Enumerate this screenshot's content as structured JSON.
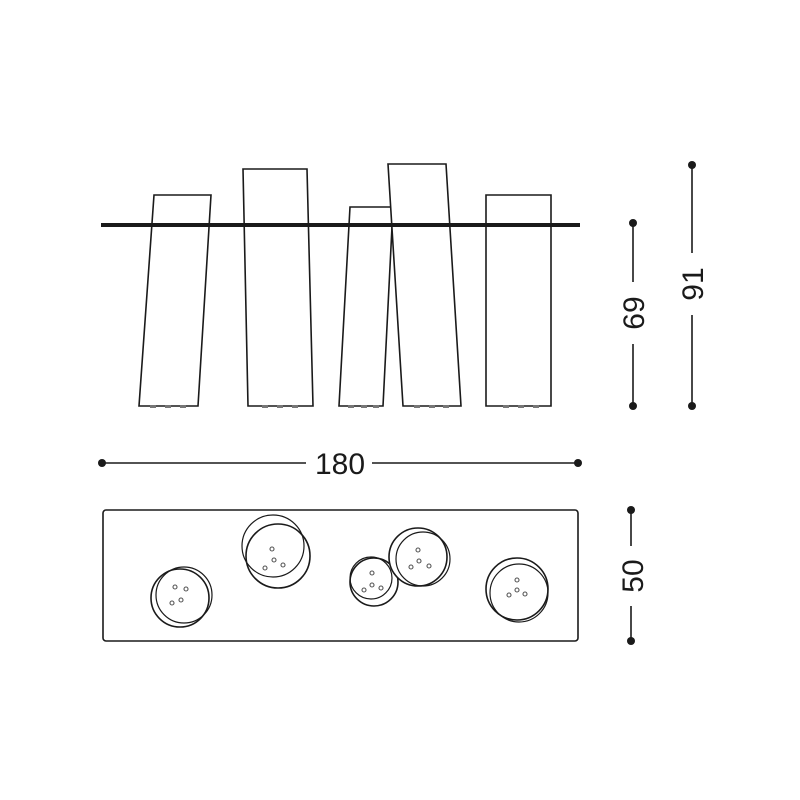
{
  "dimensions": {
    "width": "180",
    "depth": "50",
    "table_height": "69",
    "overall_height": "91"
  },
  "colors": {
    "line": "#1a1a1a",
    "background": "#ffffff"
  }
}
